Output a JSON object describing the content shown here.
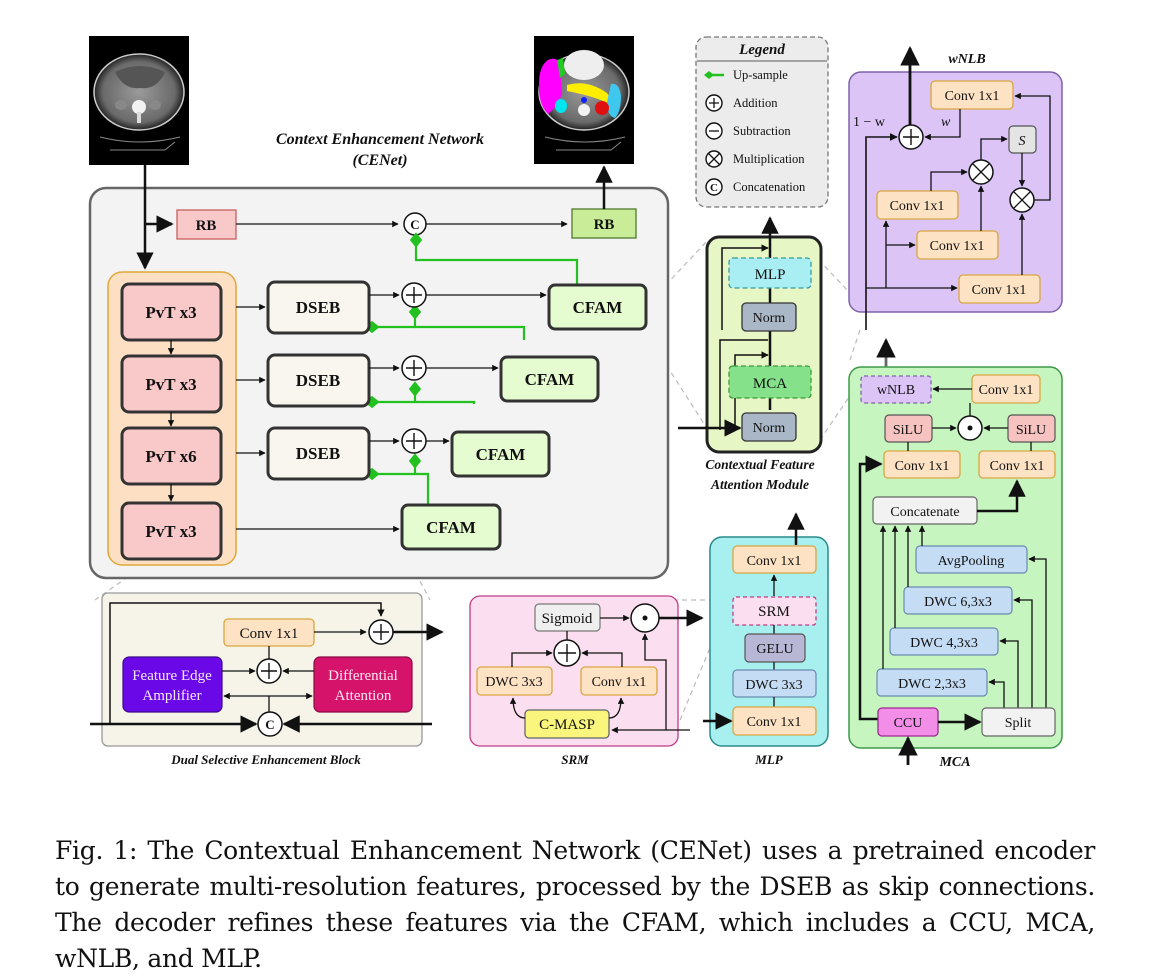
{
  "figure": {
    "cenet_title_line1": "Context Enhancement Network",
    "cenet_title_line2": "(CENet)",
    "input_image": "CT scan input (abdominal axial slice)",
    "output_image": "Segmentation output (colored organs)",
    "main": {
      "rb_left": "RB",
      "rb_right": "RB",
      "concat_symbol": "C",
      "encoder": [
        "PvT x3",
        "PvT x3",
        "PvT x6",
        "PvT x3"
      ],
      "dseb": [
        "DSEB",
        "DSEB",
        "DSEB"
      ],
      "cfam": [
        "CFAM",
        "CFAM",
        "CFAM",
        "CFAM"
      ]
    },
    "legend": {
      "title": "Legend",
      "items": [
        {
          "icon": "upsample-arrow-icon",
          "label": "Up-sample"
        },
        {
          "icon": "addition-icon",
          "label": "Addition"
        },
        {
          "icon": "subtraction-icon",
          "label": "Subtraction"
        },
        {
          "icon": "multiplication-icon",
          "label": "Multiplication"
        },
        {
          "icon": "concatenation-icon",
          "label": "Concatenation"
        }
      ]
    },
    "cfam_module": {
      "title_line1": "Contextual Feature",
      "title_line2": "Attention Module",
      "blocks": [
        "MLP",
        "Norm",
        "MCA",
        "Norm"
      ]
    },
    "wnlb": {
      "title": "wNLB",
      "conv_top": "Conv 1x1",
      "conv_left": "Conv 1x1",
      "conv_mid": "Conv 1x1",
      "conv_bottom": "Conv 1x1",
      "softmax": "S",
      "weight_left": "1 − w",
      "weight_right": "w"
    },
    "mca": {
      "title": "MCA",
      "wnlb": "wNLB",
      "conv_top": "Conv 1x1",
      "silu_left": "SiLU",
      "silu_right": "SiLU",
      "conv_left": "Conv 1x1",
      "conv_right": "Conv 1x1",
      "concatenate": "Concatenate",
      "avgpool": "AvgPooling",
      "dwc6": "DWC 6,3x3",
      "dwc4": "DWC 4,3x3",
      "dwc2": "DWC 2,3x3",
      "ccu": "CCU",
      "split": "Split"
    },
    "dseb_block": {
      "title": "Dual Selective Enhancement Block",
      "conv": "Conv 1x1",
      "fea_line1": "Feature Edge",
      "fea_line2": "Amplifier",
      "da_line1": "Differential",
      "da_line2": "Attention",
      "concat_symbol": "C"
    },
    "srm": {
      "title": "SRM",
      "sigmoid": "Sigmoid",
      "dwc": "DWC 3x3",
      "conv": "Conv 1x1",
      "cmasp": "C-MASP"
    },
    "mlp": {
      "title": "MLP",
      "conv_top": "Conv 1x1",
      "srm": "SRM",
      "gelu": "GELU",
      "dwc": "DWC 3x3",
      "conv_bottom": "Conv 1x1"
    },
    "colors": {
      "upsample_green": "#22c11f",
      "cenet_bg": "#f3f3f3",
      "encoder_bg": "#fde0c4",
      "pvt": "#f9c9c9",
      "cfam": "#e5fbd0",
      "wnlb_bg": "#dcc4f7",
      "mca_bg": "#c6f5c0",
      "mlp_bg": "#a8f0f0",
      "srm_bg": "#fbdff0",
      "dseb_bg": "#f6f3e8",
      "conv": "#fde3c4",
      "fea": "#6a08e8",
      "da": "#d6136b",
      "cmasp": "#f9f57d"
    }
  },
  "caption": "Fig. 1: The Contextual Enhancement Network (CENet) uses a pretrained encoder to generate multi-resolution features, processed by the DSEB as skip connections. The decoder refines these features via the CFAM, which includes a CCU, MCA, wNLB, and MLP."
}
